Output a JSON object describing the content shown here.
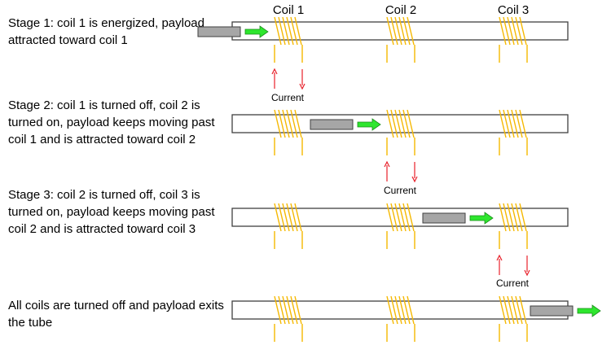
{
  "coil_labels": [
    "Coil 1",
    "Coil 2",
    "Coil 3"
  ],
  "stages": [
    {
      "text": "Stage 1: coil 1 is energized, payload attracted toward coil 1",
      "active_coil": 1,
      "payload_position": "before-coil-1"
    },
    {
      "text": "Stage 2: coil 1 is turned off, coil 2 is turned on, payload keeps moving past coil 1 and is attracted toward coil 2",
      "active_coil": 2,
      "payload_position": "between-coil-1-and-coil-2"
    },
    {
      "text": "Stage 3: coil 2 is turned off, coil 3 is turned on, payload keeps moving past coil 2 and is attracted toward coil 3",
      "active_coil": 3,
      "payload_position": "between-coil-2-and-coil-3"
    },
    {
      "text": "All coils are turned off and payload exits the tube",
      "active_coil": null,
      "payload_position": "exiting-tube"
    }
  ],
  "current_label": "Current",
  "colors": {
    "coil": "#F5B800",
    "arrow_current": "#E8202A",
    "payload_fill": "#A6A6A6",
    "payload_stroke": "#404040",
    "motion_arrow": "#2EE62E",
    "tube_stroke": "#404040"
  }
}
